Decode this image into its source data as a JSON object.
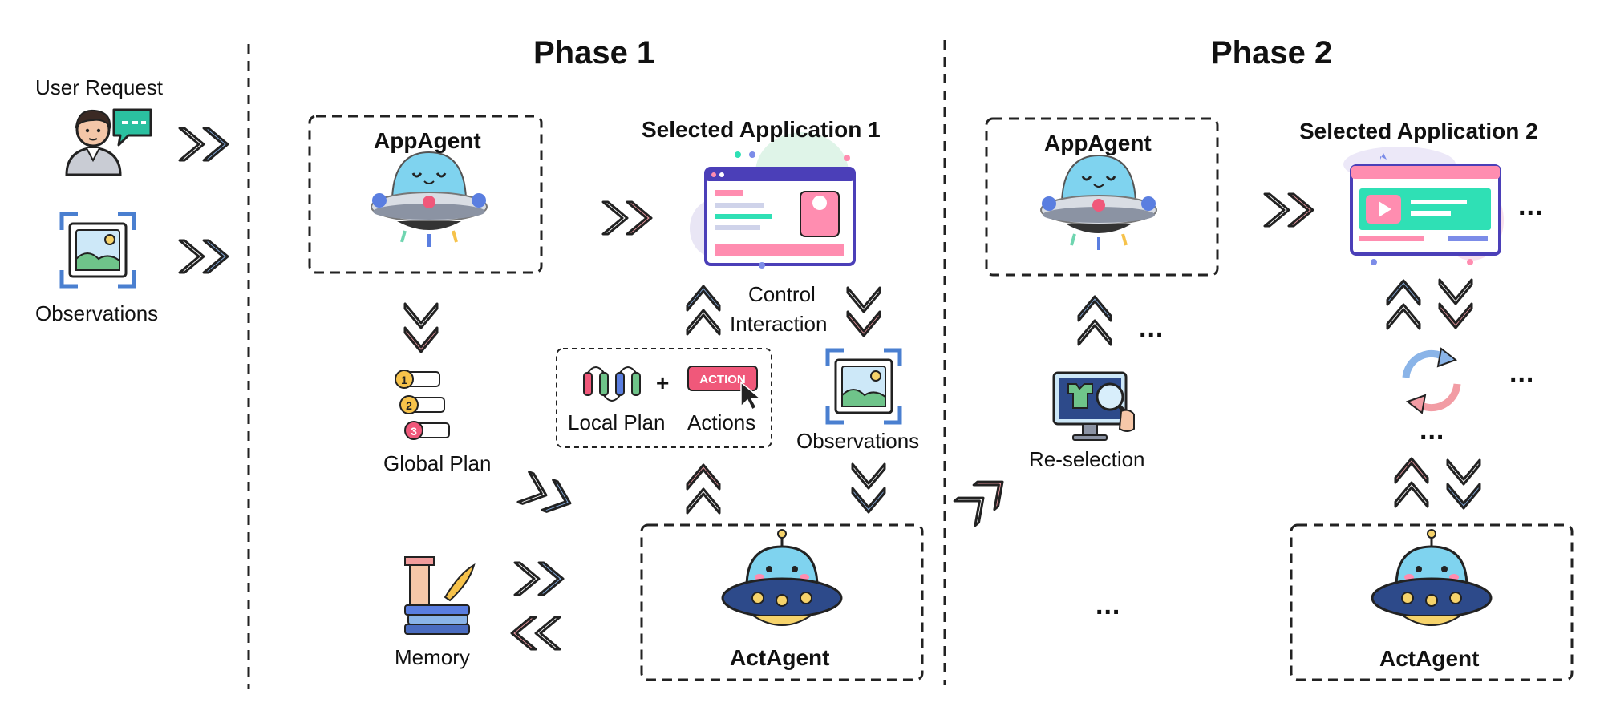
{
  "phases": [
    "Phase 1",
    "Phase 2"
  ],
  "inputs": {
    "user_request": "User Request",
    "observations": "Observations"
  },
  "phase1": {
    "agent": "AppAgent",
    "selected_app": "Selected Application 1",
    "control_interaction": [
      "Control",
      "Interaction"
    ],
    "local_plan": "Local Plan",
    "plus": "+",
    "actions": "Actions",
    "action_badge": "ACTION",
    "observations": "Observations",
    "global_plan": "Global Plan",
    "plan_numbers": [
      "1",
      "2",
      "3"
    ],
    "memory": "Memory",
    "act_agent": "ActAgent"
  },
  "phase2": {
    "agent": "AppAgent",
    "selected_app": "Selected Application 2",
    "reselection": "Re-selection",
    "act_agent": "ActAgent"
  },
  "ellipsis": "...",
  "colors": {
    "arrow_blue": "#8ab4e8",
    "arrow_pink": "#f29ca4",
    "ufo_body": "#7fd3ef",
    "ufo_dark": "#2d4a8a",
    "ufo_yellow": "#f6d36b",
    "window_border": "#4b3fb8",
    "window_pink": "#ff8db0",
    "window_green": "#2fe0b5",
    "dash": "#222222"
  }
}
